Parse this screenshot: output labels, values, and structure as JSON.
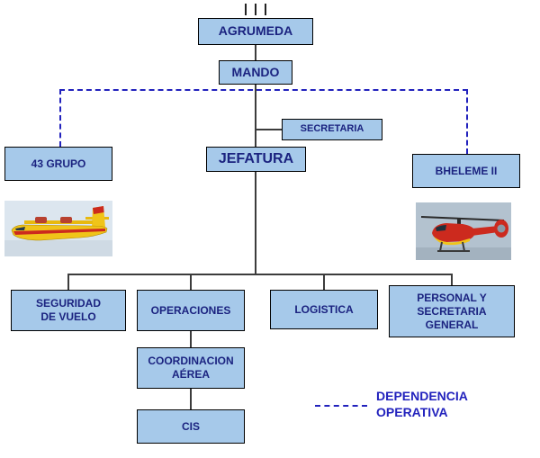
{
  "diagram": {
    "nodes": {
      "agrumeda": {
        "label": "AGRUMEDA"
      },
      "mando": {
        "label": "MANDO"
      },
      "secretaria": {
        "label": "SECRETARIA"
      },
      "jefatura": {
        "label": "JEFATURA"
      },
      "grupo43": {
        "label": "43 GRUPO"
      },
      "bheleme2": {
        "label": "BHELEME II"
      },
      "seguridad_vuelo": {
        "label": "SEGURIDAD\nDE VUELO"
      },
      "operaciones": {
        "label": "OPERACIONES"
      },
      "logistica": {
        "label": "LOGISTICA"
      },
      "personal": {
        "label": "PERSONAL Y\nSECRETARIA\nGENERAL"
      },
      "coordinacion_aerea": {
        "label": "COORDINACION\nAÉREA"
      },
      "cis": {
        "label": "CIS"
      }
    },
    "legend": {
      "label": "DEPENDENCIA\nOPERATIVA"
    },
    "colors": {
      "node_fill": "#a6c9ea",
      "node_border": "#000000",
      "node_text": "#1b2380",
      "connector": "#3c3c3c",
      "dashed_line": "#2222bd"
    }
  }
}
